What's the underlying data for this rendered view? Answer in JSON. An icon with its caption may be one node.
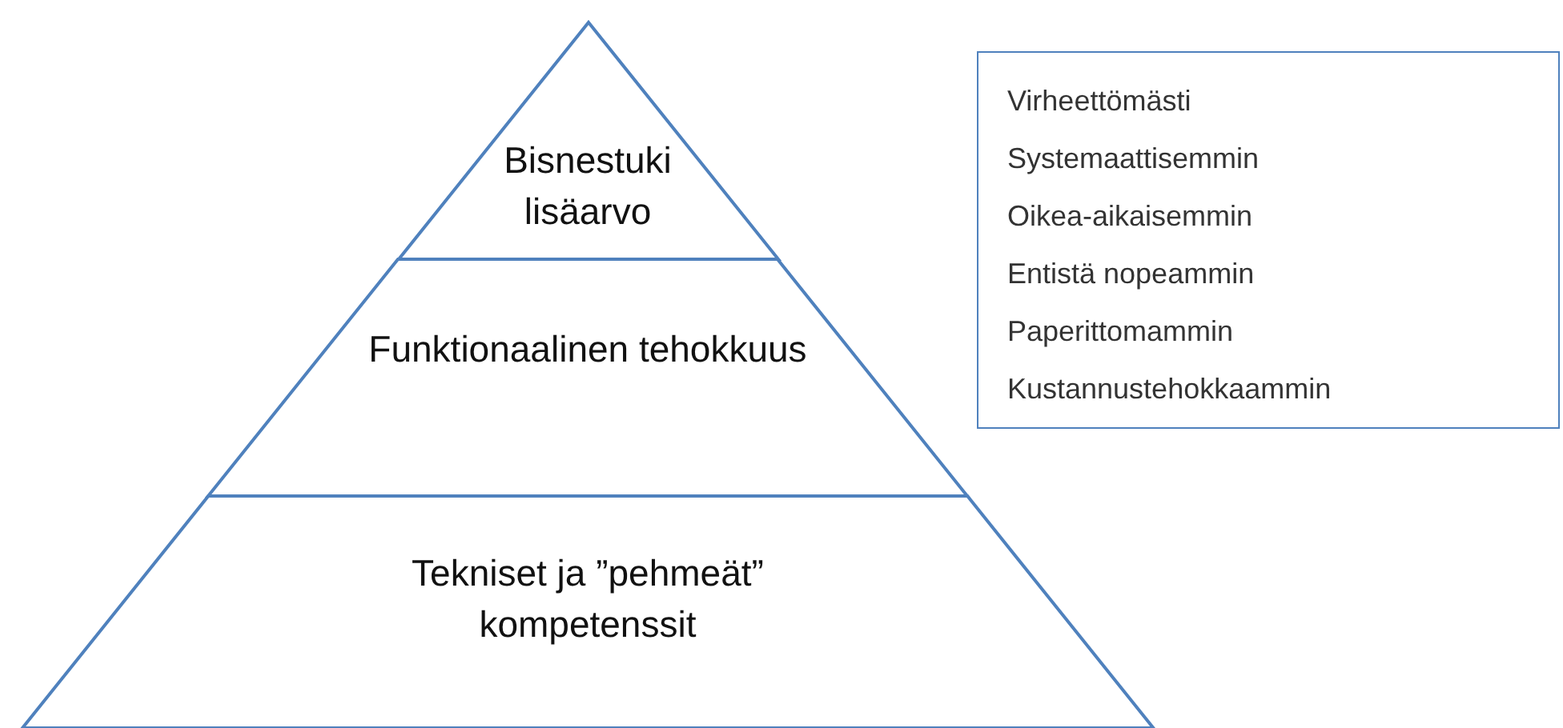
{
  "diagram": {
    "nodes": [
      {
        "text": [
          "Bisnestuki lisäarvo"
        ]
      },
      {
        "text": [
          "Funktionaalinen tehokkuus"
        ]
      },
      {
        "text": [
          "Tekniset ja ”pehmeät” kompetenssit"
        ]
      },
      {
        "text": [
          "Virheettömästi",
          "Systemaattisemmin",
          "Oikea-aikaisemmin",
          "Entistä nopeammin",
          "Paperittomammin",
          "Kustannustehokkaammin"
        ]
      }
    ]
  }
}
